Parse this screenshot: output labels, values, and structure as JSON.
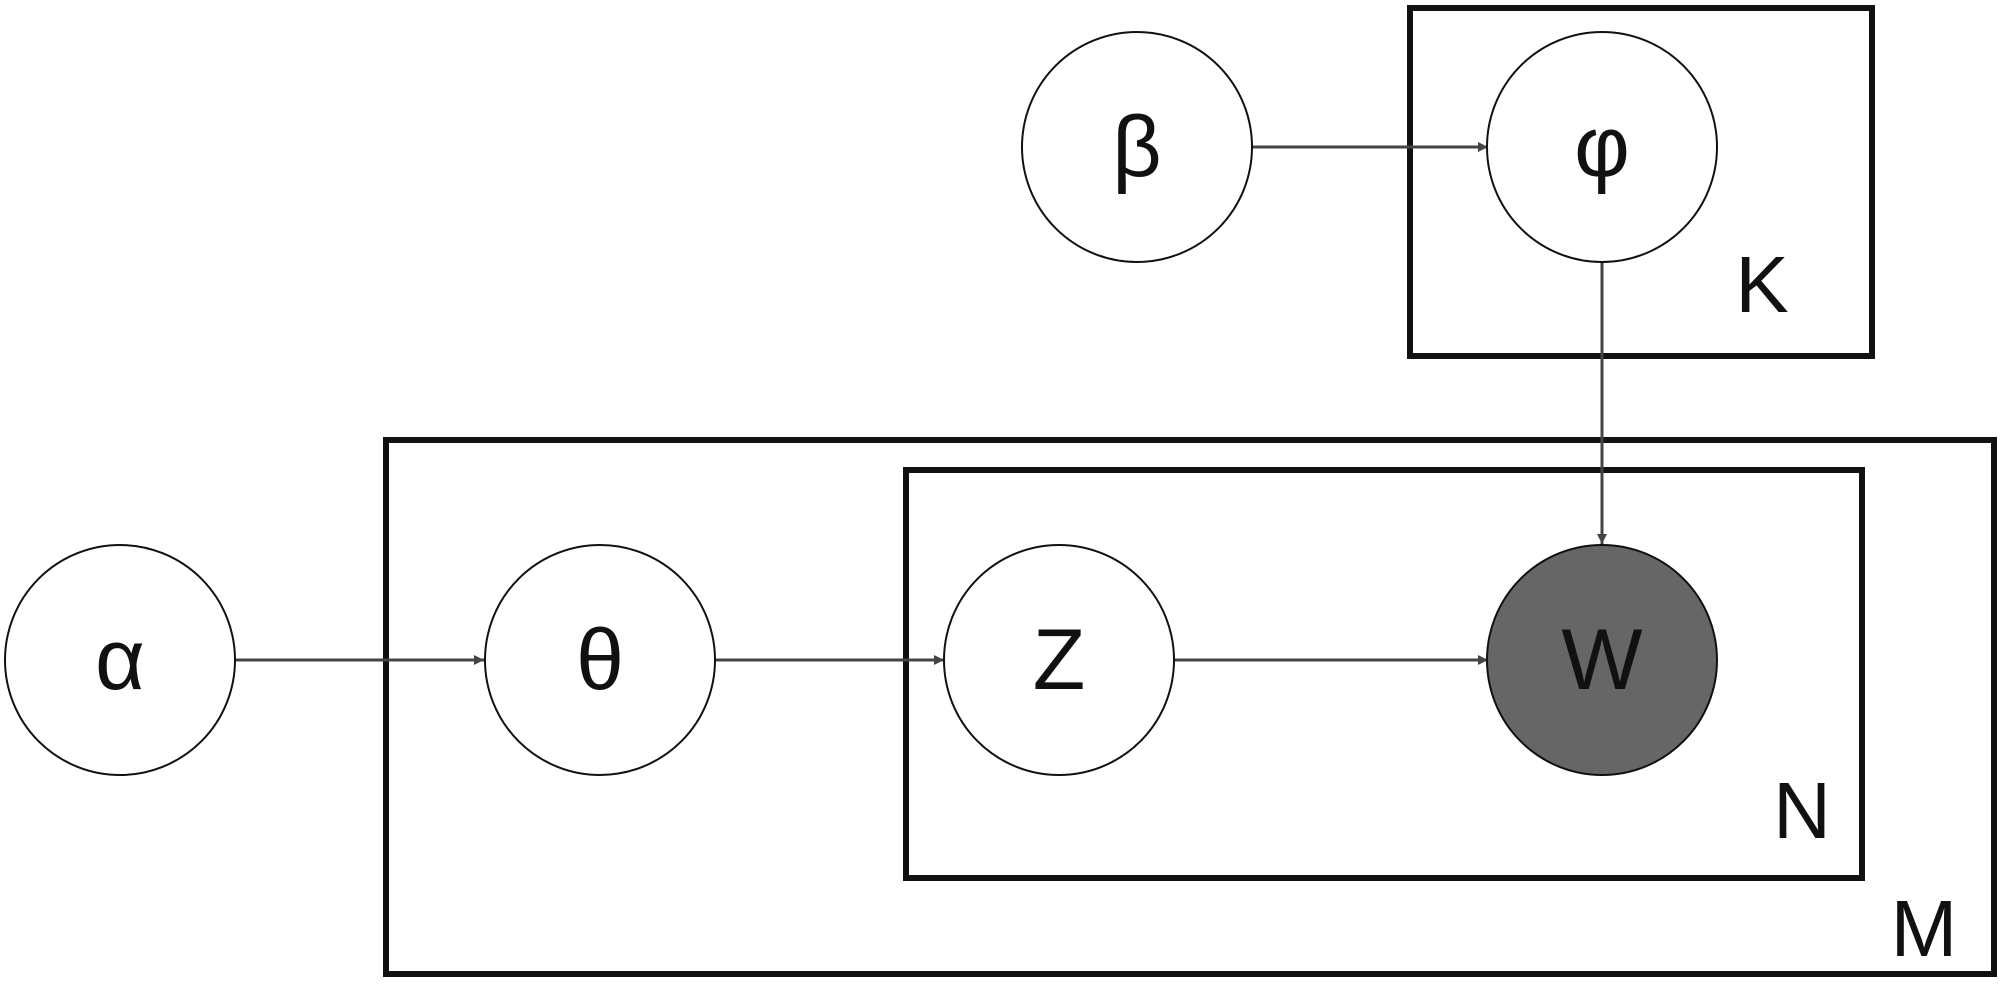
{
  "diagram": {
    "nodes": {
      "alpha": {
        "label": "α",
        "observed": false
      },
      "theta": {
        "label": "θ",
        "observed": false
      },
      "z": {
        "label": "Z",
        "observed": false
      },
      "w": {
        "label": "W",
        "observed": true
      },
      "beta": {
        "label": "β",
        "observed": false
      },
      "phi": {
        "label": "φ",
        "observed": false
      }
    },
    "plates": {
      "k": {
        "label": "K"
      },
      "n": {
        "label": "N"
      },
      "m": {
        "label": "M"
      }
    },
    "edges": [
      {
        "from": "alpha",
        "to": "theta"
      },
      {
        "from": "theta",
        "to": "z"
      },
      {
        "from": "z",
        "to": "w"
      },
      {
        "from": "beta",
        "to": "phi"
      },
      {
        "from": "phi",
        "to": "w"
      }
    ],
    "colors": {
      "observed_fill": "#666666",
      "node_fill": "#ffffff",
      "stroke": "#111111",
      "arrow": "#444444"
    }
  }
}
